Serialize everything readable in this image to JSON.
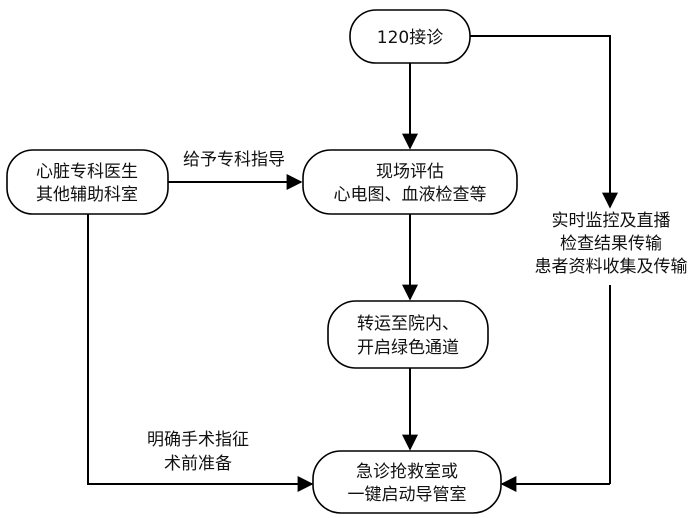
{
  "nodes": {
    "intake": {
      "lines": [
        "120接诊"
      ]
    },
    "specialist": {
      "lines": [
        "心脏专科医生",
        "其他辅助科室"
      ]
    },
    "assessment": {
      "lines": [
        "现场评估",
        "心电图、血液检查等"
      ]
    },
    "transfer": {
      "lines": [
        "转运至院内、",
        "开启绿色通道"
      ]
    },
    "destination": {
      "lines": [
        "急诊抢救室或",
        "一键启动导管室"
      ]
    }
  },
  "edges": {
    "guidance": {
      "lines": [
        "给予专科指导"
      ]
    },
    "monitoring": {
      "lines": [
        "实时监控及直播",
        "检查结果传输",
        "患者资料收集及传输"
      ]
    },
    "surgery": {
      "lines": [
        "明确手术指征",
        "术前准备"
      ]
    }
  },
  "colors": {
    "stroke": "#000000",
    "text": "#111111",
    "background": "#ffffff"
  }
}
